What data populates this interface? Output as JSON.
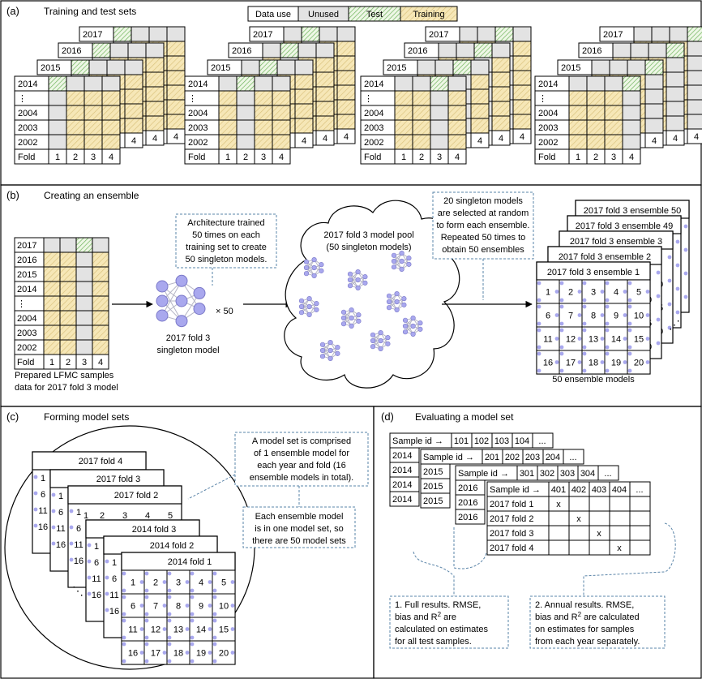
{
  "panels": {
    "a": {
      "label": "(a)",
      "title": "Training and test sets"
    },
    "b": {
      "label": "(b)",
      "title": "Creating an ensemble"
    },
    "c": {
      "label": "(c)",
      "title": "Forming model sets"
    },
    "d": {
      "label": "(d)",
      "title": "Evaluating a model set"
    }
  },
  "legend": {
    "data_use": "Data use",
    "unused": "Unused",
    "test": "Test",
    "training": "Training"
  },
  "colors": {
    "unused": "#e3e3e3",
    "training": "#f6e7b7",
    "test_stripe": "#7ec06e",
    "train_stripe": "#d8c07a",
    "node": "#a9a8ee",
    "node_stroke": "#7a78c8",
    "dashed": "#5a84a8"
  },
  "grid": {
    "years_back": [
      "2014",
      "⋮",
      "2004",
      "2003",
      "2002"
    ],
    "fold_label": "Fold",
    "folds": [
      "1",
      "2",
      "3",
      "4"
    ],
    "stack_years": [
      "2017",
      "2016",
      "2015"
    ],
    "stack_folds": [
      "4",
      "4",
      "4"
    ]
  },
  "b": {
    "years": [
      "2017",
      "2016",
      "2015",
      "2014",
      "⋮",
      "2004",
      "2003",
      "2002"
    ],
    "prepared_line1": "Prepared LFMC samples",
    "prepared_line2": "data for 2017 fold 3 model",
    "arch_box": [
      "Architecture trained",
      "50 times on each",
      "training set to create",
      "50 singleton models."
    ],
    "singleton_label1": "2017 fold 3",
    "singleton_label2": "singleton model",
    "times50": "× 50",
    "pool_label1": "2017 fold 3 model pool",
    "pool_label2": "(50 singleton models)",
    "select_box": [
      "20 singleton models",
      "are selected at random",
      "to form each ensemble.",
      "Repeated 50 times to",
      "obtain 50 ensembles"
    ],
    "ensembles": [
      "2017 fold 3 ensemble 50",
      "2017 fold 3 ensemble 49",
      "2017 fold 3 ensemble 3",
      "2017 fold 3 ensemble 2",
      "2017 fold 3 ensemble 1"
    ],
    "peek_numbers": [
      "5",
      "10",
      "15",
      "20"
    ],
    "ellipsis": "⋰",
    "models_caption": "50 ensemble models"
  },
  "model_numbers": [
    "1",
    "2",
    "3",
    "4",
    "5",
    "6",
    "7",
    "8",
    "9",
    "10",
    "11",
    "12",
    "13",
    "14",
    "15",
    "16",
    "17",
    "18",
    "19",
    "20"
  ],
  "c": {
    "cards": [
      "2017 fold 4",
      "2017 fold 3",
      "2017 fold 2",
      "2014 fold 3",
      "2014 fold 2",
      "2014 fold 1"
    ],
    "peek_numbers": [
      [
        "1",
        "6",
        "11",
        "16"
      ],
      [
        "1",
        "6",
        "11",
        "16"
      ],
      [
        "1",
        "6",
        "11",
        "16"
      ],
      [
        "1",
        "6",
        "11",
        "16"
      ],
      [
        "1",
        "6",
        "11",
        "16"
      ]
    ],
    "ellipsis": "⋱",
    "box1": [
      "A model set is comprised",
      "of 1 ensemble model for",
      "each year and fold (16",
      "ensemble models in total)."
    ],
    "box2": [
      "Each ensemble model",
      "is in one model set, so",
      "there are 50 model sets"
    ]
  },
  "d": {
    "header": "Sample id →",
    "id_sets": [
      [
        "101",
        "102",
        "103",
        "104"
      ],
      [
        "201",
        "202",
        "203",
        "204"
      ],
      [
        "301",
        "302",
        "303",
        "304"
      ],
      [
        "401",
        "402",
        "403",
        "404"
      ]
    ],
    "dots": "...",
    "year_cols": [
      [
        "2014",
        "2014",
        "2014",
        "2014"
      ],
      [
        "2015",
        "2015",
        "2015"
      ],
      [
        "2016",
        "2016",
        "2016"
      ]
    ],
    "front_rows": [
      "2017 fold 1",
      "2017 fold 2",
      "2017 fold 3",
      "2017 fold 4"
    ],
    "x_mark": "x",
    "box1": [
      "1. Full results. RMSE,",
      "bias and R",
      "2",
      " are",
      "calculated on estimates",
      "for all test samples."
    ],
    "box2": [
      "2. Annual results. RMSE,",
      "bias and R",
      "2",
      " are calculated",
      "on estimates for samples",
      "from each year separately."
    ]
  }
}
